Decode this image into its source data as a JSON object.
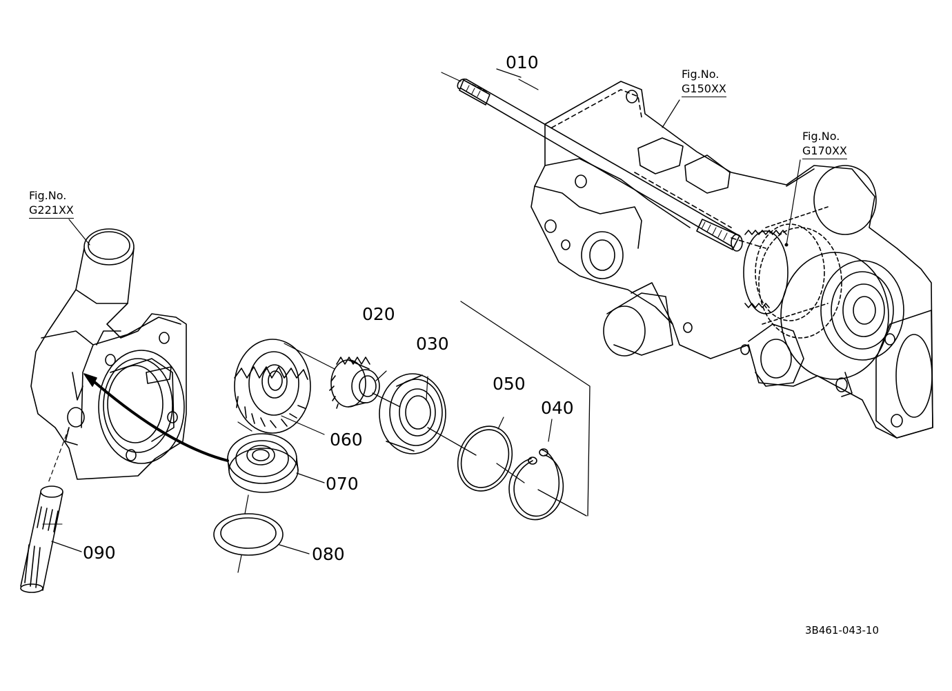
{
  "callouts": {
    "p010": "010",
    "p020": "020",
    "p030": "030",
    "p040": "040",
    "p050": "050",
    "p060": "060",
    "p070": "070",
    "p080": "080",
    "p090": "090"
  },
  "fig_refs": {
    "g150": {
      "line1": "Fig.No.",
      "line2": "G150XX"
    },
    "g170": {
      "line1": "Fig.No.",
      "line2": "G170XX"
    },
    "g221": {
      "line1": "Fig.No.",
      "line2": "G221XX"
    }
  },
  "drawing_code": "3B461-043-10"
}
